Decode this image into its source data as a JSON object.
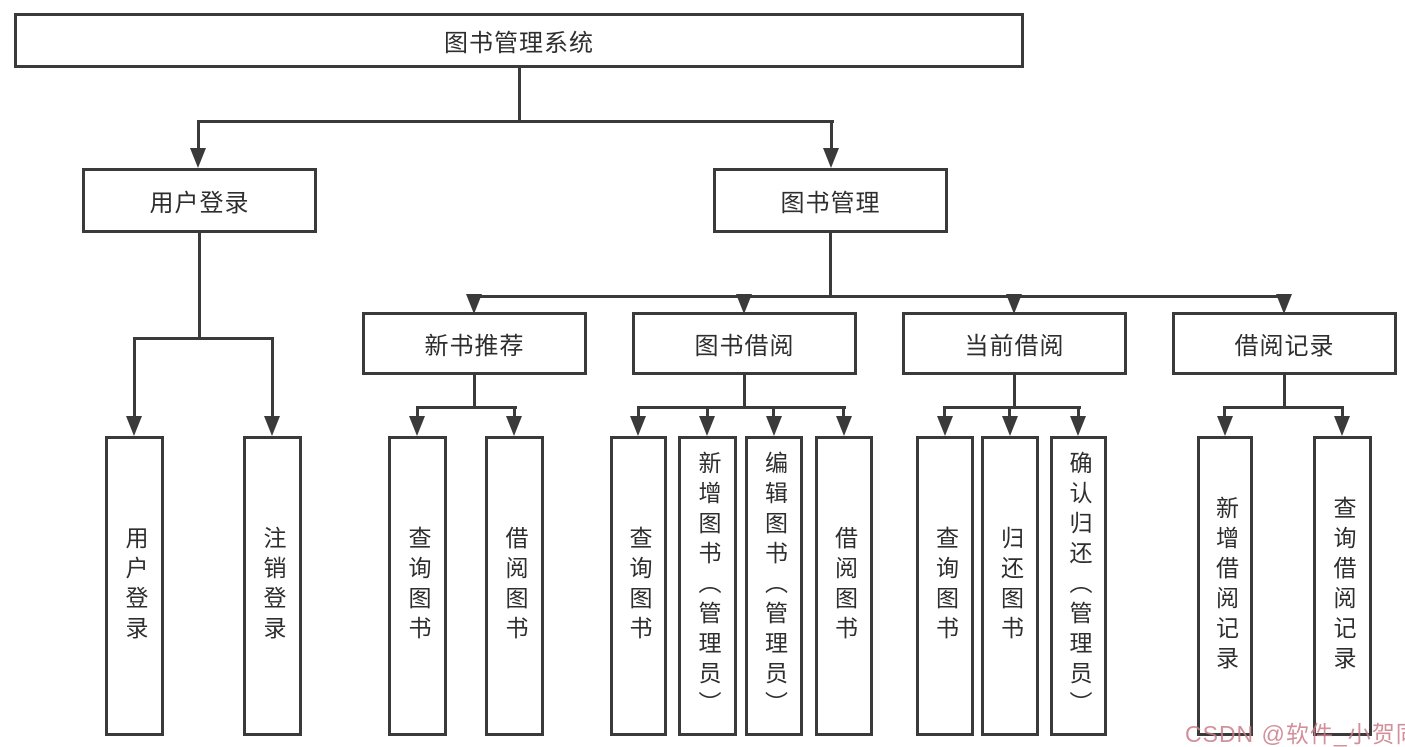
{
  "title": "图书管理系统",
  "colors": {
    "line": "#3a3a3a",
    "text": "#2e2e2e",
    "watermark": "#ca7d88",
    "background": "#ffffff"
  },
  "nodes": {
    "root": "图书管理系统",
    "user_login": "用户登录",
    "book_mgmt": "图书管理",
    "new_book_rec": "新书推荐",
    "book_borrow": "图书借阅",
    "current_borrow": "当前借阅",
    "borrow_record": "借阅记录",
    "leaf_user_login": "用户登录",
    "leaf_logout": "注销登录",
    "rec_query_book": "查询图书",
    "rec_borrow_book": "借阅图书",
    "bb_query_book": "查询图书",
    "bb_add_book": "新增图书（管理员）",
    "bb_edit_book": "编辑图书（管理员）",
    "bb_borrow_book": "借阅图书",
    "cb_query_book": "查询图书",
    "cb_return_book": "归还图书",
    "cb_confirm_return": "确认归还（管理员）",
    "br_add_record": "新增借阅记录",
    "br_query_record": "查询借阅记录"
  },
  "watermark": "CSDN @软件_小贺同学"
}
